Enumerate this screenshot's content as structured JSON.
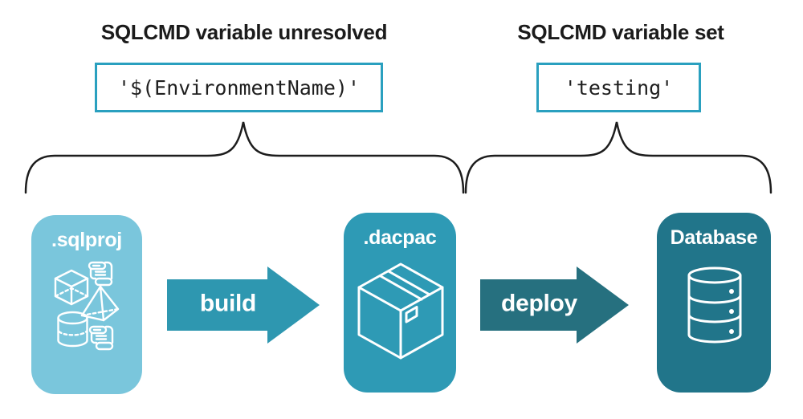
{
  "unresolved": {
    "heading": "SQLCMD variable unresolved",
    "code": "'$(EnvironmentName)'"
  },
  "resolved": {
    "heading": "SQLCMD variable set",
    "code": "'testing'"
  },
  "pipeline": {
    "sqlproj_label": ".sqlproj",
    "dacpac_label": ".dacpac",
    "database_label": "Database",
    "build_label": "build",
    "deploy_label": "deploy"
  },
  "icons": {
    "sqlproj": [
      "script-scroll",
      "cube",
      "pyramid",
      "cylinder",
      "script-scroll"
    ],
    "dacpac": "package-box",
    "database": "database-stack"
  },
  "colors": {
    "sqlproj_bg": "#7AC6DC",
    "dacpac_bg": "#2E9AB5",
    "database_bg": "#21758A",
    "build_arrow": "#2E97B0",
    "deploy_arrow": "#26707F",
    "code_box_border": "#2AA0BF",
    "brace_stroke": "#1D1D1D",
    "heading_text": "#1B1B1B",
    "icon_stroke": "#FFFFFF"
  }
}
